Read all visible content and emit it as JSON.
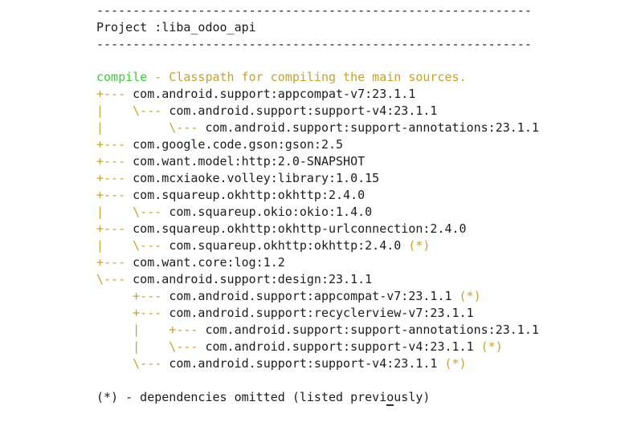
{
  "terminal": {
    "colors": {
      "tree_accent": "#c5a22d",
      "config_green": "#3bcd3b",
      "text": "#1c1c1c"
    },
    "header": {
      "divider": "------------------------------------------------------------",
      "project_line": "Project :liba_odoo_api"
    },
    "compile": {
      "config_name": "compile",
      "description": " - Classpath for compiling the main sources."
    },
    "tree": [
      {
        "prefix": "+--- ",
        "text": "com.android.support:appcompat-v7:23.1.1",
        "suffix": ""
      },
      {
        "prefix": "|    \\--- ",
        "text": "com.android.support:support-v4:23.1.1",
        "suffix": ""
      },
      {
        "prefix": "|         \\--- ",
        "text": "com.android.support:support-annotations:23.1.1",
        "suffix": ""
      },
      {
        "prefix": "+--- ",
        "text": "com.google.code.gson:gson:2.5",
        "suffix": ""
      },
      {
        "prefix": "+--- ",
        "text": "com.want.model:http:2.0-SNAPSHOT",
        "suffix": ""
      },
      {
        "prefix": "+--- ",
        "text": "com.mcxiaoke.volley:library:1.0.15",
        "suffix": ""
      },
      {
        "prefix": "+--- ",
        "text": "com.squareup.okhttp:okhttp:2.4.0",
        "suffix": ""
      },
      {
        "prefix": "|    \\--- ",
        "text": "com.squareup.okio:okio:1.4.0",
        "suffix": ""
      },
      {
        "prefix": "+--- ",
        "text": "com.squareup.okhttp:okhttp-urlconnection:2.4.0",
        "suffix": ""
      },
      {
        "prefix": "|    \\--- ",
        "text": "com.squareup.okhttp:okhttp:2.4.0",
        "suffix": " (*)"
      },
      {
        "prefix": "+--- ",
        "text": "com.want.core:log:1.2",
        "suffix": ""
      },
      {
        "prefix": "\\--- ",
        "text": "com.android.support:design:23.1.1",
        "suffix": ""
      },
      {
        "prefix": "     +--- ",
        "text": "com.android.support:appcompat-v7:23.1.1",
        "suffix": " (*)"
      },
      {
        "prefix": "     +--- ",
        "text": "com.android.support:recyclerview-v7:23.1.1",
        "suffix": ""
      },
      {
        "prefix": "     |    +--- ",
        "text": "com.android.support:support-annotations:23.1.1",
        "suffix": ""
      },
      {
        "prefix": "     |    \\--- ",
        "text": "com.android.support:support-v4:23.1.1",
        "suffix": " (*)"
      },
      {
        "prefix": "     \\--- ",
        "text": "com.android.support:support-v4:23.1.1",
        "suffix": " (*)"
      }
    ],
    "footer": {
      "before_cursor": "(*) - dependencies omitted (listed previ",
      "cursor_char": "o",
      "after_cursor": "usly)"
    }
  }
}
